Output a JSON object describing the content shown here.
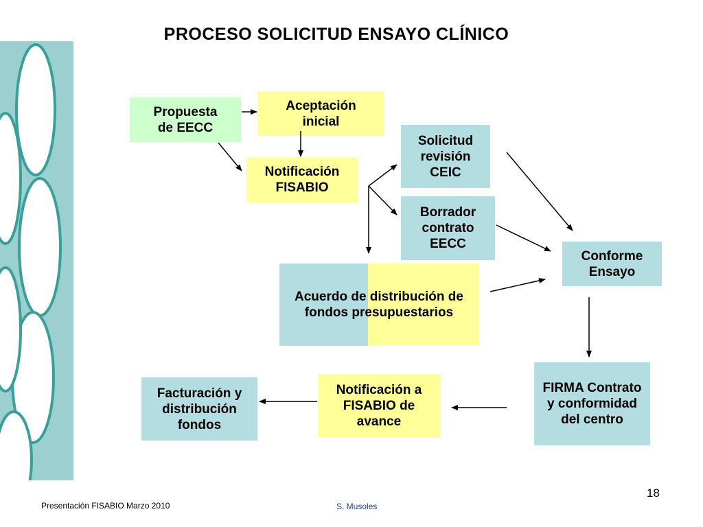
{
  "title": "PROCESO SOLICITUD ENSAYO CLÍNICO",
  "boxes": {
    "propuesta": "Propuesta de EECC",
    "aceptacion": "Aceptación inicial",
    "notificacion": "Notificación FISABIO",
    "solicitud": "Solicitud revisión CEIC",
    "borrador": "Borrador contrato EECC",
    "conforme": "Conforme Ensayo",
    "acuerdo": "Acuerdo de distribución de fondos presupuestarios",
    "firma": "FIRMA Contrato y conformidad del centro",
    "notif_avance": "Notificación a FISABIO de avance",
    "facturacion": "Facturación y distribución fondos"
  },
  "colors": {
    "green": "#ccffcc",
    "yellow": "#ffff99",
    "teal": "#b4dde1",
    "footer_blue": "#1f3ea6"
  },
  "footer": {
    "left": "Presentación FISABIO Marzo 2010",
    "center": "S. Musoles",
    "page": "18"
  }
}
